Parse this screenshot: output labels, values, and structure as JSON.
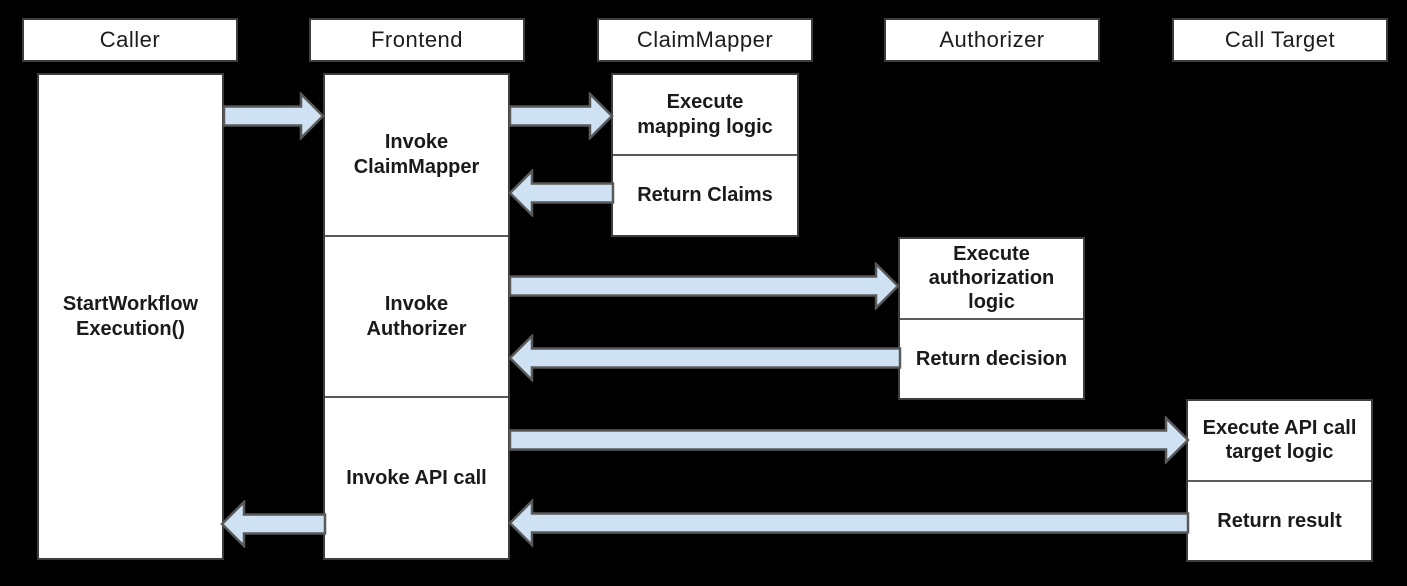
{
  "diagram": {
    "type": "sequence-diagram",
    "background": "#000000",
    "palette": {
      "box_fill": "#ffffff",
      "box_border": "#3d3d3d",
      "divider": "#595959",
      "arrow_fill": "#cfe2f3",
      "arrow_stroke": "#595959",
      "text_color": "#1a1a1a"
    },
    "lifelines": [
      {
        "header": "Caller"
      },
      {
        "header": "Frontend"
      },
      {
        "header": "ClaimMapper"
      },
      {
        "header": "Authorizer"
      },
      {
        "header": "Call Target"
      }
    ],
    "boxes": {
      "caller_activation": "StartWorkflow\nExecution()",
      "frontend_step1": "Invoke\nClaimMapper",
      "frontend_step2": "Invoke\nAuthorizer",
      "frontend_step3": "Invoke API call",
      "claimmapper_step1": "Execute\nmapping logic",
      "claimmapper_step2": "Return Claims",
      "authorizer_step1": "Execute\nauthorization\nlogic",
      "authorizer_step2": "Return decision",
      "calltarget_step1": "Execute API call\ntarget logic",
      "calltarget_step2": "Return result"
    },
    "arrows": [
      {
        "from": "Caller",
        "to": "Frontend",
        "direction": "right"
      },
      {
        "from": "Frontend",
        "to": "ClaimMapper",
        "direction": "right"
      },
      {
        "from": "ClaimMapper",
        "to": "Frontend",
        "direction": "left"
      },
      {
        "from": "Frontend",
        "to": "Authorizer",
        "direction": "right"
      },
      {
        "from": "Authorizer",
        "to": "Frontend",
        "direction": "left"
      },
      {
        "from": "Frontend",
        "to": "Call Target",
        "direction": "right"
      },
      {
        "from": "Call Target",
        "to": "Frontend",
        "direction": "left"
      },
      {
        "from": "Frontend",
        "to": "Caller",
        "direction": "left"
      }
    ]
  }
}
